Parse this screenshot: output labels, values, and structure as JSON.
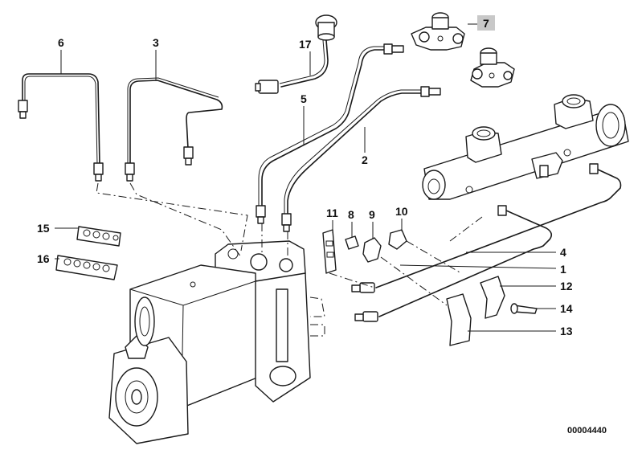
{
  "diagram": {
    "drawing_number": "00004440",
    "highlighted_callout": "7",
    "callouts": [
      {
        "id": "c1",
        "label": "1"
      },
      {
        "id": "c2",
        "label": "2"
      },
      {
        "id": "c3",
        "label": "3"
      },
      {
        "id": "c4",
        "label": "4"
      },
      {
        "id": "c5",
        "label": "5"
      },
      {
        "id": "c6",
        "label": "6"
      },
      {
        "id": "c7",
        "label": "7"
      },
      {
        "id": "c8",
        "label": "8"
      },
      {
        "id": "c9",
        "label": "9"
      },
      {
        "id": "c10",
        "label": "10"
      },
      {
        "id": "c11",
        "label": "11"
      },
      {
        "id": "c12",
        "label": "12"
      },
      {
        "id": "c13",
        "label": "13"
      },
      {
        "id": "c14",
        "label": "14"
      },
      {
        "id": "c15",
        "label": "15"
      },
      {
        "id": "c16",
        "label": "16"
      },
      {
        "id": "c17",
        "label": "17"
      }
    ],
    "colors": {
      "ink": "#1a1a1a",
      "highlight": "#c8c8c8",
      "background": "#ffffff"
    }
  }
}
